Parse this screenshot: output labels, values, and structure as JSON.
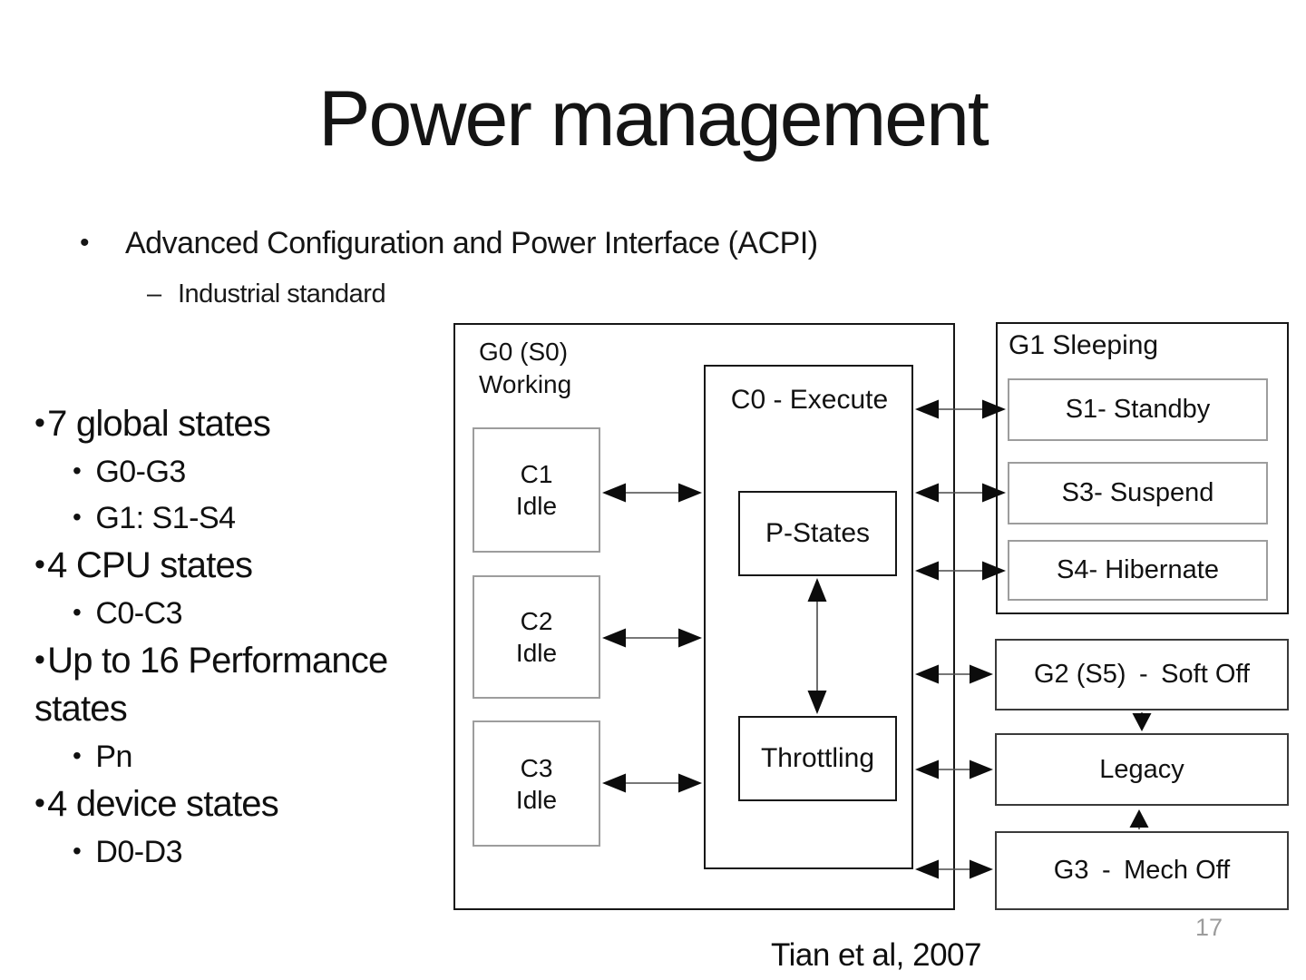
{
  "slide": {
    "title": "Power management",
    "caption": "Tian et al, 2007",
    "page_number": "17"
  },
  "glyphs": {
    "bullet": "•",
    "dash": "–"
  },
  "intro": {
    "bullet_text": "Advanced Configuration and Power Interface (ACPI)",
    "sub_bullet_text": "Industrial standard"
  },
  "facts": [
    {
      "level": 1,
      "text": "7 global states"
    },
    {
      "level": 2,
      "text": "G0-G3"
    },
    {
      "level": 2,
      "text": "G1: S1-S4"
    },
    {
      "level": 1,
      "text": "4 CPU states"
    },
    {
      "level": 2,
      "text": "C0-C3"
    },
    {
      "level": 1,
      "text": "Up to 16 Performance states"
    },
    {
      "level": 2,
      "text": "Pn"
    },
    {
      "level": 1,
      "text": "4 device states"
    },
    {
      "level": 2,
      "text": "D0-D3"
    }
  ],
  "diagram": {
    "g0_label_line1": "G0 (S0)",
    "g0_label_line2": "Working",
    "c_states": [
      {
        "name": "C1",
        "sub": "Idle"
      },
      {
        "name": "C2",
        "sub": "Idle"
      },
      {
        "name": "C3",
        "sub": "Idle"
      }
    ],
    "c0_label": "C0 - Execute",
    "p_states_label": "P-States",
    "throttling_label": "Throttling",
    "g1_label": "G1 Sleeping",
    "sleep_states": [
      "S1- Standby",
      "S3- Suspend",
      "S4- Hibernate"
    ],
    "g2_label": "G2 (S5) - Soft Off",
    "legacy_label": "Legacy",
    "g3_label": "G3 - Mech Off"
  }
}
